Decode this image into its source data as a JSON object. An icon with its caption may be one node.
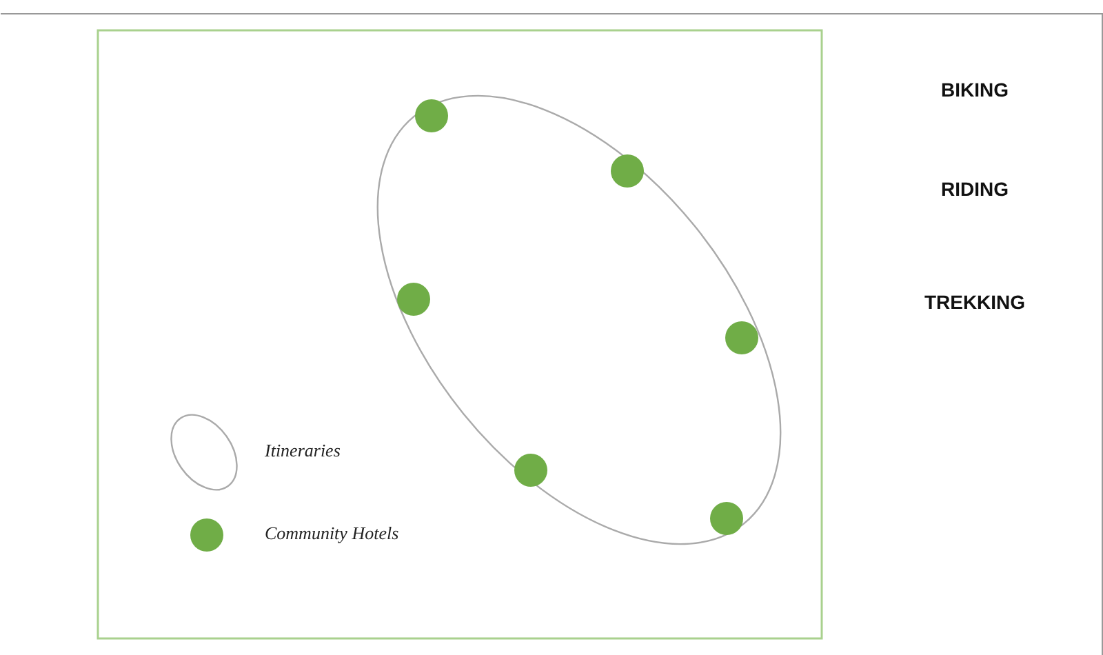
{
  "diagram": {
    "labels": [
      "BIKING",
      "RIDING",
      "TREKKING"
    ],
    "legend": [
      {
        "text": "Itineraries"
      },
      {
        "text": "Community Hotels",
        "color": "#70ad47"
      }
    ]
  }
}
